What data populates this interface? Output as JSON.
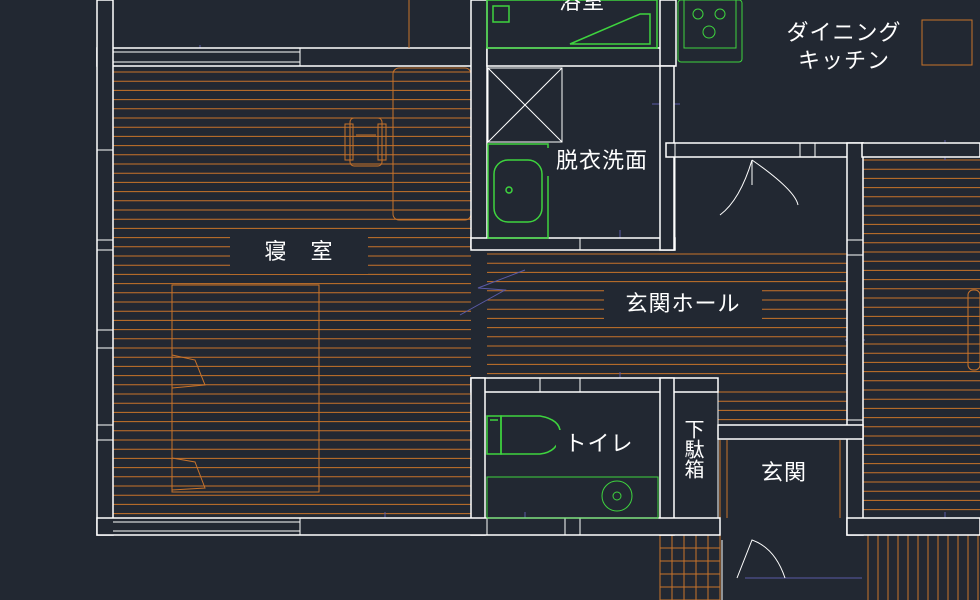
{
  "labels": {
    "bath": "浴室",
    "dining_kitchen": "ダイニング\nキッチン",
    "dressing_wash": "脱衣洗面",
    "bedroom": "寝　室",
    "entrance_hall": "玄関ホール",
    "toilet": "トイレ",
    "shoe_cabinet": "下駄箱",
    "entrance": "玄関"
  },
  "colors": {
    "background": "#222832",
    "wall": "#ffffff",
    "floor_hatch": "#c8732a",
    "fixture": "#3ed43e",
    "dimension": "#5a5aa6",
    "label_text": "#ffffff"
  }
}
